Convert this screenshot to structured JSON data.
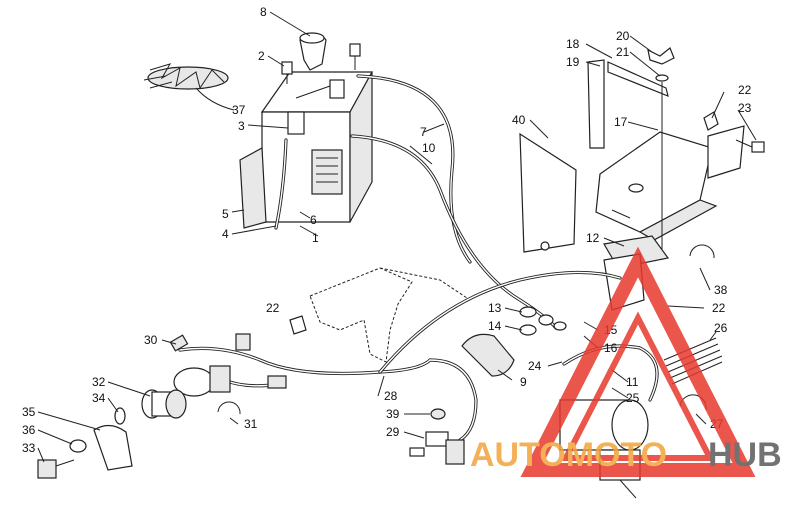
{
  "callouts": [
    {
      "id": "c8",
      "text": "8"
    },
    {
      "id": "c2a",
      "text": "2"
    },
    {
      "id": "c37",
      "text": "37"
    },
    {
      "id": "c3",
      "text": "3"
    },
    {
      "id": "c5",
      "text": "5"
    },
    {
      "id": "c4",
      "text": "4"
    },
    {
      "id": "c6",
      "text": "6"
    },
    {
      "id": "c1",
      "text": "1"
    },
    {
      "id": "c7",
      "text": "7"
    },
    {
      "id": "c10",
      "text": "10"
    },
    {
      "id": "c40",
      "text": "40"
    },
    {
      "id": "c18",
      "text": "18"
    },
    {
      "id": "c19",
      "text": "19"
    },
    {
      "id": "c20",
      "text": "20"
    },
    {
      "id": "c21",
      "text": "21"
    },
    {
      "id": "c17",
      "text": "17"
    },
    {
      "id": "c22a",
      "text": "22"
    },
    {
      "id": "c23",
      "text": "23"
    },
    {
      "id": "c12",
      "text": "12"
    },
    {
      "id": "c38",
      "text": "38"
    },
    {
      "id": "c22b",
      "text": "22"
    },
    {
      "id": "c22c",
      "text": "22"
    },
    {
      "id": "c26",
      "text": "26"
    },
    {
      "id": "c13",
      "text": "13"
    },
    {
      "id": "c14",
      "text": "14"
    },
    {
      "id": "c15",
      "text": "15"
    },
    {
      "id": "c16",
      "text": "16"
    },
    {
      "id": "c30",
      "text": "30"
    },
    {
      "id": "c24",
      "text": "24"
    },
    {
      "id": "c9",
      "text": "9"
    },
    {
      "id": "c11",
      "text": "11"
    },
    {
      "id": "c25",
      "text": "25"
    },
    {
      "id": "c28",
      "text": "28"
    },
    {
      "id": "c32",
      "text": "32"
    },
    {
      "id": "c34",
      "text": "34"
    },
    {
      "id": "c31",
      "text": "31"
    },
    {
      "id": "c27",
      "text": "27"
    },
    {
      "id": "c35",
      "text": "35"
    },
    {
      "id": "c36",
      "text": "36"
    },
    {
      "id": "c33",
      "text": "33"
    },
    {
      "id": "c39",
      "text": "39"
    },
    {
      "id": "c29",
      "text": "29"
    }
  ],
  "watermark": {
    "part1": "AUTOMOTO",
    "part2": "HUB",
    "color_primary": "#f2a33a",
    "color_secondary": "#5a5a5a",
    "triangle_color": "#e8392d"
  }
}
